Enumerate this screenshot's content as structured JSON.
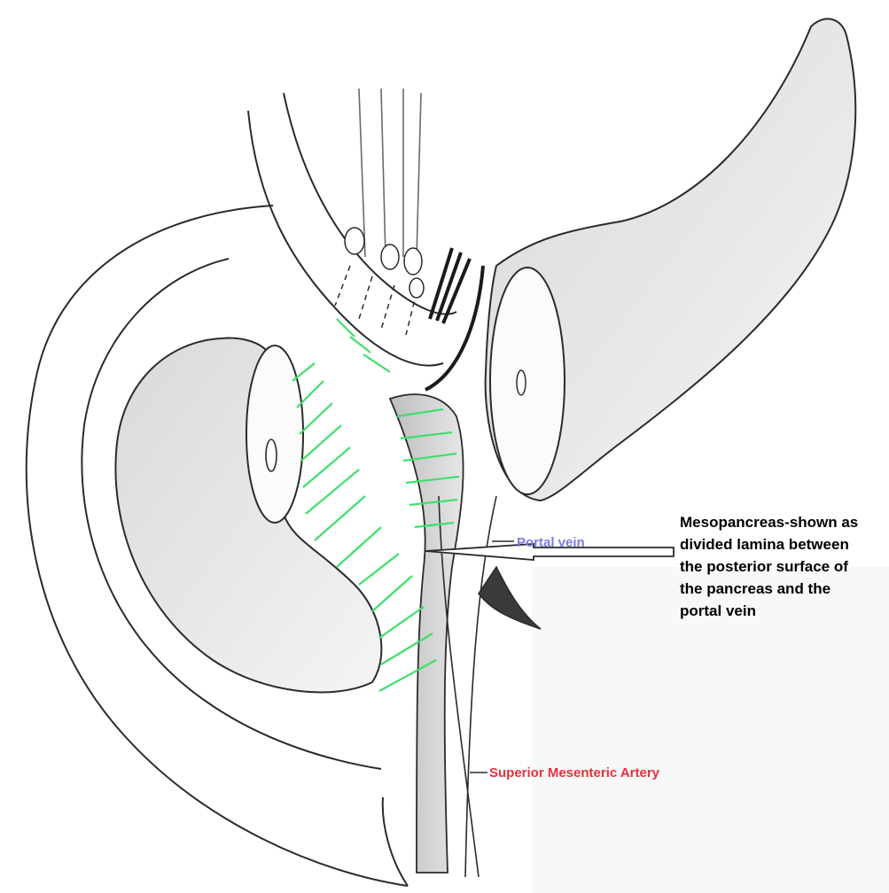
{
  "labels": {
    "portal_vein": "Portal vein",
    "superior_mesenteric_artery": "Superior Mesenteric Artery",
    "mesopancreas_lines": [
      "Mesopancreas-shown as",
      "divided lamina between",
      "the posterior surface of",
      "the pancreas and the",
      "portal vein"
    ]
  },
  "colors": {
    "pencil": "#2b2b2b",
    "shading": "#9a9a9a",
    "hatch": "#3ee06a",
    "portal_vein_label": "#7b7bea",
    "sma_label": "#e8303a",
    "mesopancreas_label": "#000000",
    "background": "#ffffff"
  },
  "icons": {
    "pointer": "hollow-arrow-icon"
  }
}
